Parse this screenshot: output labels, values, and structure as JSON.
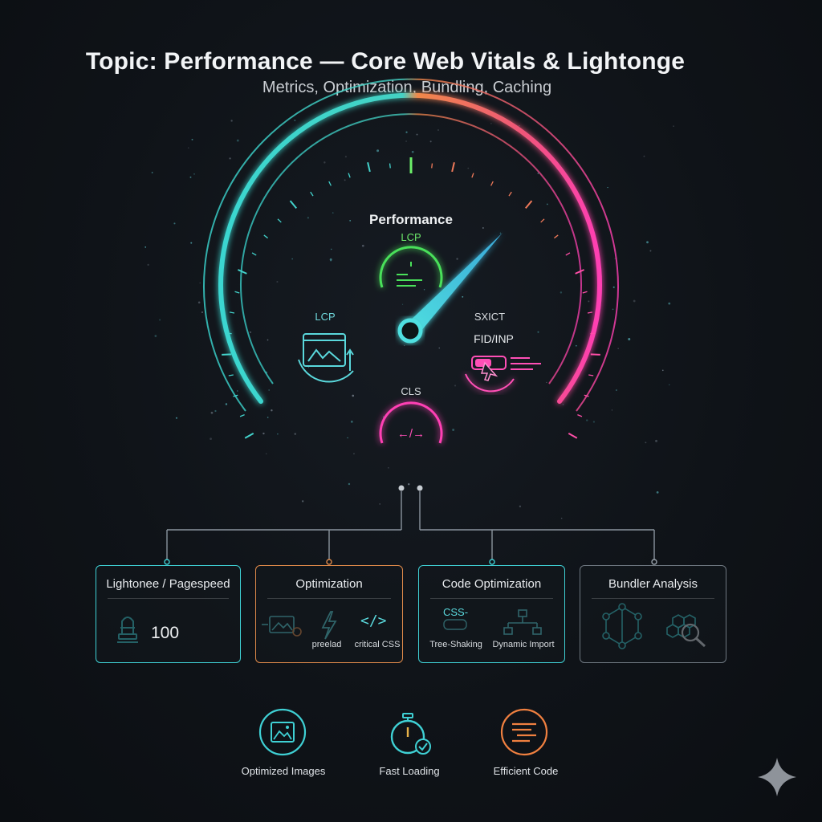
{
  "header": {
    "title": "Topic: Performance — Core Web Vitals & Lightonge",
    "subtitle": "Metrics, Optimization, Bundling, Caching"
  },
  "gauge": {
    "center_title": "Performance",
    "metrics": {
      "lcp_top": "LCP",
      "lcp_left": "LCP",
      "fid_header": "SXICT",
      "fid": "FID/INP",
      "cls": "CLS",
      "cls_glyph": "←/→"
    }
  },
  "cards": [
    {
      "title": "Lightonee / Pagespeed",
      "score": "100",
      "accent": "#3fd0d4"
    },
    {
      "title": "Optimization",
      "captions": [
        "preelad",
        "critical CSS"
      ],
      "code_glyph": "</>",
      "accent": "#e08a4a"
    },
    {
      "title": "Code Optimization",
      "css_label": "CSS-",
      "captions": [
        "Tree-Shaking",
        "Dynamic Import"
      ],
      "accent": "#3fd0d4"
    },
    {
      "title": "Bundler Analysis",
      "accent": "#9aa3ad"
    }
  ],
  "bottom": [
    {
      "label": "Optimized Images",
      "accent": "#3fd0d4"
    },
    {
      "label": "Fast Loading",
      "accent": "#3fd0d4"
    },
    {
      "label": "Efficient Code",
      "accent": "#f08040"
    }
  ],
  "icons": [
    "image-icon",
    "lightning-icon",
    "code-icon",
    "tree-icon",
    "network-icon",
    "search-icon",
    "stopwatch-icon",
    "lines-icon",
    "trophy-icon",
    "pointer-icon",
    "sparkle-icon"
  ]
}
